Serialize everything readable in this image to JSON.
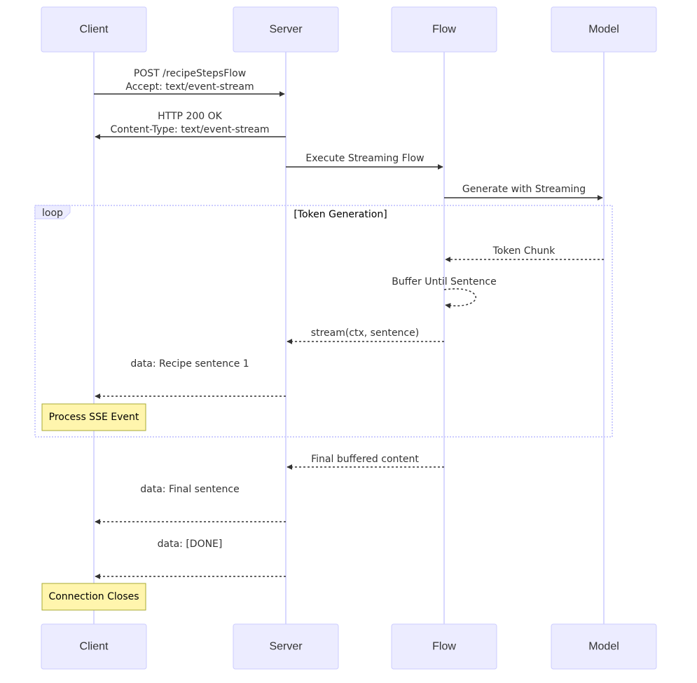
{
  "actors": [
    {
      "id": "client",
      "label": "Client"
    },
    {
      "id": "server",
      "label": "Server"
    },
    {
      "id": "flow",
      "label": "Flow"
    },
    {
      "id": "model",
      "label": "Model"
    }
  ],
  "messages": [
    {
      "id": "m1",
      "from": "client",
      "to": "server",
      "dotted": false,
      "lines": [
        "POST /recipeStepsFlow",
        "Accept: text/event-stream"
      ]
    },
    {
      "id": "m2",
      "from": "server",
      "to": "client",
      "dotted": false,
      "lines": [
        "HTTP 200 OK",
        "Content-Type: text/event-stream"
      ]
    },
    {
      "id": "m3",
      "from": "server",
      "to": "flow",
      "dotted": false,
      "lines": [
        "Execute Streaming Flow"
      ]
    },
    {
      "id": "m4",
      "from": "flow",
      "to": "model",
      "dotted": false,
      "lines": [
        "Generate with Streaming"
      ]
    },
    {
      "id": "m5",
      "from": "model",
      "to": "flow",
      "dotted": true,
      "lines": [
        "Token Chunk"
      ]
    },
    {
      "id": "m6",
      "from": "flow",
      "to": "flow",
      "dotted": true,
      "lines": [
        "Buffer Until Sentence"
      ]
    },
    {
      "id": "m7",
      "from": "flow",
      "to": "server",
      "dotted": true,
      "lines": [
        "stream(ctx, sentence)"
      ]
    },
    {
      "id": "m8",
      "from": "server",
      "to": "client",
      "dotted": true,
      "lines": [
        "data: Recipe sentence 1"
      ]
    },
    {
      "id": "m9",
      "from": "flow",
      "to": "server",
      "dotted": true,
      "lines": [
        "Final buffered content"
      ]
    },
    {
      "id": "m10",
      "from": "server",
      "to": "client",
      "dotted": true,
      "lines": [
        "data: Final sentence"
      ]
    },
    {
      "id": "m11",
      "from": "server",
      "to": "client",
      "dotted": true,
      "lines": [
        "data: [DONE]"
      ]
    }
  ],
  "loop": {
    "keyword": "loop",
    "title": "[Token Generation]"
  },
  "notes": [
    {
      "id": "n1",
      "actor": "client",
      "text": "Process SSE Event"
    },
    {
      "id": "n2",
      "actor": "client",
      "text": "Connection Closes"
    }
  ],
  "colors": {
    "actor_fill": "#ECECFF",
    "actor_stroke": "#CCCCFF",
    "note_fill": "#FFF5AD",
    "note_stroke": "#AAAA33",
    "line": "#333333"
  }
}
